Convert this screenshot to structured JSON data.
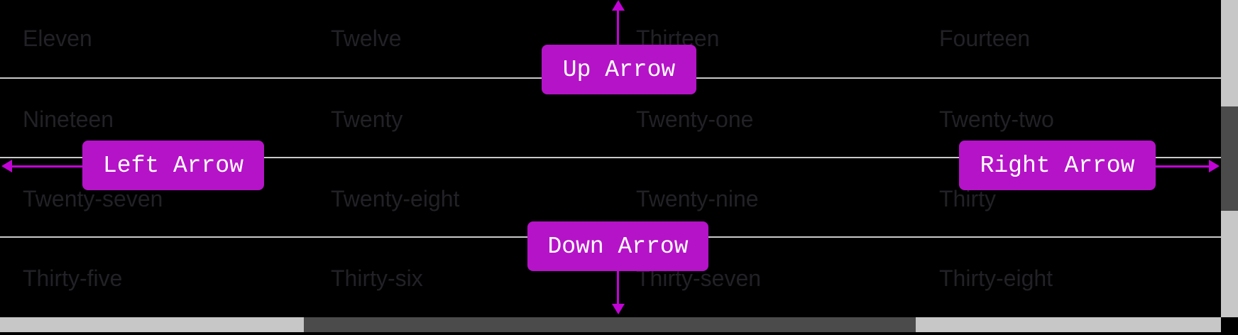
{
  "grid": {
    "rows": [
      {
        "cells": [
          "Eleven",
          "Twelve",
          "Thirteen",
          "Fourteen"
        ]
      },
      {
        "cells": [
          "Nineteen",
          "Twenty",
          "Twenty-one",
          "Twenty-two"
        ]
      },
      {
        "cells": [
          "Twenty-seven",
          "Twenty-eight",
          "Twenty-nine",
          "Thirty"
        ]
      },
      {
        "cells": [
          "Thirty-five",
          "Thirty-six",
          "Thirty-seven",
          "Thirty-eight"
        ]
      }
    ]
  },
  "buttons": {
    "up": {
      "label": "Up Arrow"
    },
    "down": {
      "label": "Down Arrow"
    },
    "left": {
      "label": "Left Arrow"
    },
    "right": {
      "label": "Right Arrow"
    }
  },
  "colors": {
    "background": "#000000",
    "button_fill": "#b513c8",
    "button_text": "#ffffff",
    "arrow": "#c203d6",
    "separator_line": "#c9c9c9",
    "cell_text": "#212126",
    "scrollbar_track": "#c7c7c7",
    "scrollbar_thumb": "#4b4b4b"
  }
}
